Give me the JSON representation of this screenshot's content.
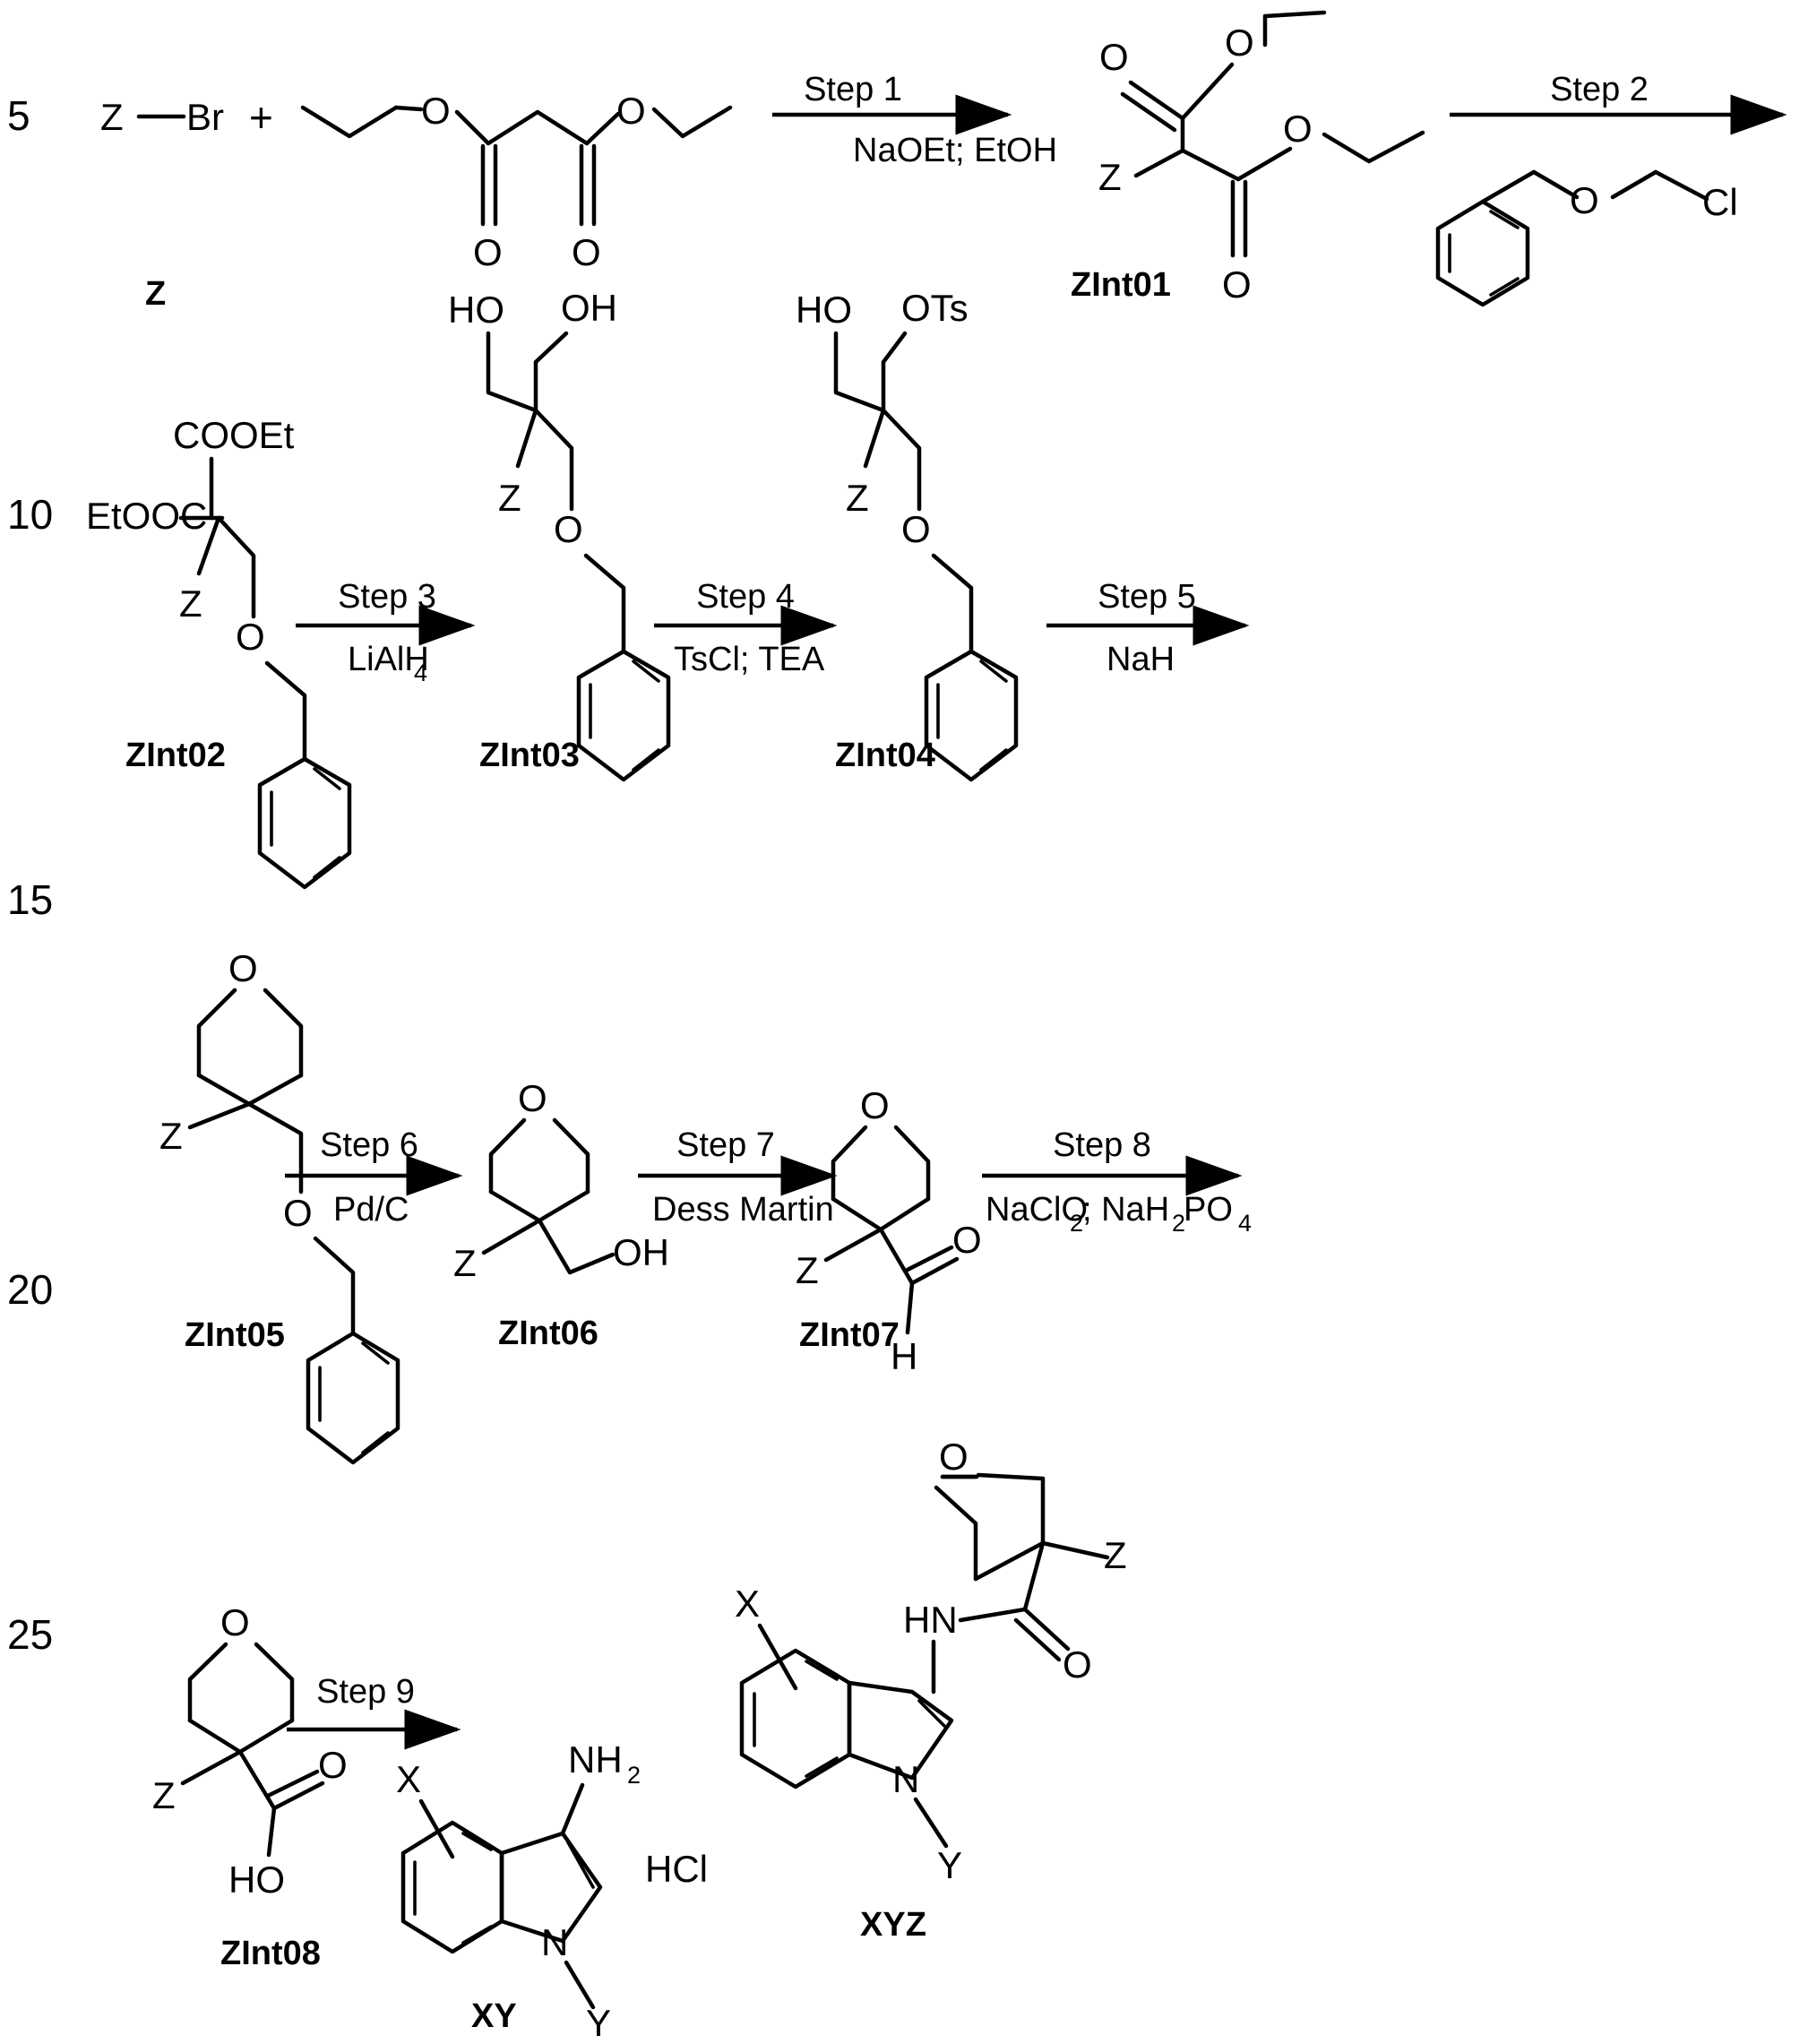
{
  "document": {
    "type": "chemical-reaction-scheme",
    "margin_line_numbers": [
      "5",
      "10",
      "15",
      "20",
      "25"
    ]
  },
  "atoms": {
    "O": "O",
    "N": "N",
    "H": "H",
    "Z": "Z",
    "X": "X",
    "Y": "Y",
    "Br": "Br",
    "Cl": "Cl",
    "OH": "OH",
    "HO": "HO",
    "OTs": "OTs",
    "HN": "HN",
    "NH2": "NH",
    "NH2_sub": "2",
    "COOEt": "COOEt",
    "EtOOC": "EtOOC",
    "HCl": "HCl",
    "plus": "+"
  },
  "steps": [
    {
      "id": "step1",
      "label": "Step 1",
      "reagents": "NaOEt; EtOH"
    },
    {
      "id": "step2",
      "label": "Step 2",
      "reagents": ""
    },
    {
      "id": "step3",
      "label": "Step 3",
      "reagents": "LiAlH",
      "reagents_sub": "4"
    },
    {
      "id": "step4",
      "label": "Step 4",
      "reagents": "TsCl; TEA"
    },
    {
      "id": "step5",
      "label": "Step 5",
      "reagents": "NaH"
    },
    {
      "id": "step6",
      "label": "Step 6",
      "reagents": "Pd/C"
    },
    {
      "id": "step7",
      "label": "Step 7",
      "reagents": "Dess Martin"
    },
    {
      "id": "step8",
      "label": "Step 8",
      "reagents_a": "NaClO",
      "reagents_a_sub": "2",
      "reagents_b": "; NaH",
      "reagents_b_sub": "2",
      "reagents_c": "PO",
      "reagents_c_sub": "4"
    },
    {
      "id": "step9",
      "label": "Step 9",
      "reagents": ""
    }
  ],
  "compounds": [
    {
      "id": "c_z",
      "label": "Z",
      "description": "Z-Br alkyl bromide starting material"
    },
    {
      "id": "c_int01",
      "label": "ZInt01",
      "description": "diethyl 2-Z-malonate"
    },
    {
      "id": "c_int02",
      "label": "ZInt02",
      "description": "diethyl 2-Z-2-(benzyloxymethyl)malonate"
    },
    {
      "id": "c_int03",
      "label": "ZInt03",
      "description": "2-Z-2-(benzyloxymethyl)propane-1,3-diol"
    },
    {
      "id": "c_int04",
      "label": "ZInt04",
      "description": "mono-tosylate of ZInt03"
    },
    {
      "id": "c_int05",
      "label": "ZInt05",
      "description": "3-Z-3-(benzyloxymethyl)oxetane"
    },
    {
      "id": "c_int06",
      "label": "ZInt06",
      "description": "(3-Z-oxetan-3-yl)methanol"
    },
    {
      "id": "c_int07",
      "label": "ZInt07",
      "description": "3-Z-oxetane-3-carbaldehyde"
    },
    {
      "id": "c_int08",
      "label": "ZInt08",
      "description": "3-Z-oxetane-3-carboxylic acid"
    },
    {
      "id": "c_xy",
      "label": "XY",
      "description": "3-amino-1-Y-X-indole hydrochloride"
    },
    {
      "id": "c_xyz",
      "label": "XYZ",
      "description": "N-(1-Y-X-indol-3-yl)-3-Z-oxetane-3-carboxamide"
    }
  ],
  "row1": {
    "margin": "5",
    "reactant_left": "Z",
    "bond_label": "Br",
    "plus": "+",
    "reactant_name": "Z",
    "product": "ZInt01",
    "reagent2_atoms": {
      "O": "O",
      "Cl": "Cl"
    }
  },
  "row2": {
    "margin": "10",
    "c1": "ZInt02",
    "c2": "ZInt03",
    "c3": "ZInt04"
  },
  "row3": {
    "margin_a": "15",
    "margin_b": "20",
    "c1": "ZInt05",
    "c2": "ZInt06",
    "c3": "ZInt07"
  },
  "row4": {
    "margin": "25",
    "c1": "ZInt08",
    "c2": "XY",
    "salt": "HCl",
    "product": "XYZ"
  }
}
